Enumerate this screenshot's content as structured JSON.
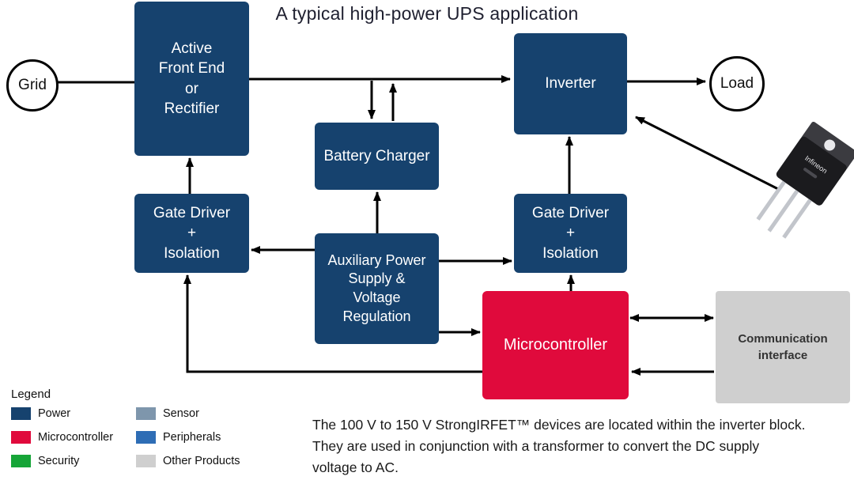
{
  "title": "A typical high-power UPS application",
  "colors": {
    "power": "#16426e",
    "microcontroller": "#e00a3c",
    "security": "#16a538",
    "sensor": "#7e96ac",
    "peripherals": "#2e6db5",
    "other_products": "#cfcfcf",
    "arrow": "#000000"
  },
  "nodes": {
    "grid": "Grid",
    "load": "Load",
    "afe": "Active\nFront End\nor\nRectifier",
    "inverter": "Inverter",
    "battery_charger": "Battery Charger",
    "gate_driver_left": "Gate Driver\n+\nIsolation",
    "gate_driver_right": "Gate Driver\n+\nIsolation",
    "aux_supply": "Auxiliary Power\nSupply &\nVoltage\nRegulation",
    "microcontroller": "Microcontroller",
    "comm_interface": "Communication\ninterface"
  },
  "legend": {
    "heading": "Legend",
    "items": [
      {
        "label": "Power",
        "color": "#16426e"
      },
      {
        "label": "Microcontroller",
        "color": "#e00a3c"
      },
      {
        "label": "Security",
        "color": "#16a538"
      },
      {
        "label": "Sensor",
        "color": "#7e96ac"
      },
      {
        "label": "Peripherals",
        "color": "#2e6db5"
      },
      {
        "label": "Other Products",
        "color": "#cfcfcf"
      }
    ]
  },
  "caption": "The 100 V to 150 V StrongIRFET™ devices are located within the inverter block. \nThey are used in conjunction with a transformer to convert the DC supply\nvoltage to AC.",
  "transistor_marking": "Infineon"
}
